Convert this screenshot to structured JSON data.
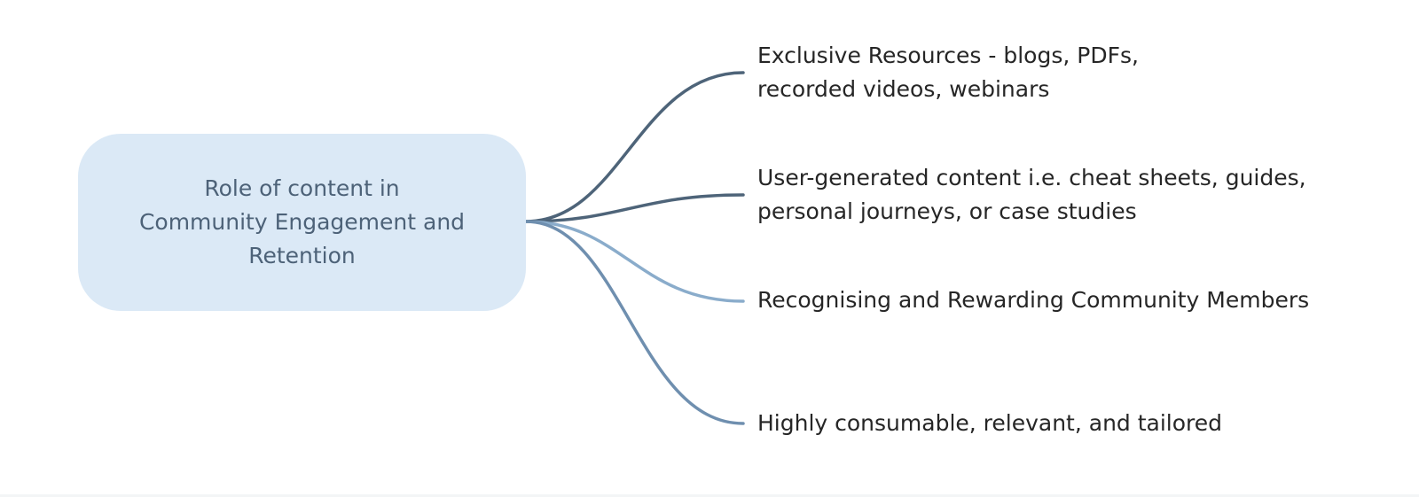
{
  "diagram": {
    "type": "mind-map",
    "root": {
      "label": "Role of content in\nCommunity Engagement and\nRetention",
      "fill_color": "#dbe9f6",
      "text_color": "#4d6278"
    },
    "branches": [
      {
        "label": "Exclusive Resources - blogs, PDFs,\nrecorded videos, webinars",
        "line_color": "#4e6479"
      },
      {
        "label": "User-generated content i.e. cheat sheets, guides,\npersonal journeys, or case studies",
        "line_color": "#4e6479"
      },
      {
        "label": "Recognising and Rewarding Community Members",
        "line_color": "#8aaccb"
      },
      {
        "label": "Highly consumable, relevant, and tailored",
        "line_color": "#6f8faf"
      }
    ]
  }
}
